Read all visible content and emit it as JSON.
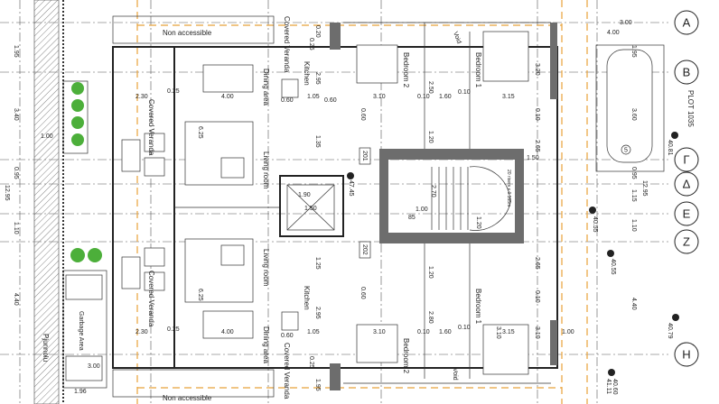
{
  "grid_axes": [
    "A",
    "B",
    "Γ",
    "Δ",
    "E",
    "Z",
    "H"
  ],
  "rooms": {
    "non_accessible_top": "Non accessible",
    "non_accessible_bottom": "Non accessible",
    "covered_veranda_top": "Covered Veranda",
    "covered_veranda_left_upper": "Covered Veranda",
    "covered_veranda_left_lower": "Covered Veranda",
    "covered_veranda_bottom": "Covered Veranda",
    "dining_upper": "Dining area",
    "dining_lower": "Dining area",
    "kitchen_upper": "Kitchen",
    "kitchen_lower": "Kitchen",
    "living_upper": "Living room",
    "living_lower": "Living room",
    "bedroom2_upper": "Bedroom 2",
    "bedroom1_upper": "Bedroom 1",
    "bedroom2_lower": "Bedroom 2",
    "bedroom1_lower": "Bedroom 1",
    "void_upper": "Void",
    "void_lower": "Void",
    "garbage": "Garbage Area",
    "pavement": "Pjunnolu",
    "apt_201": "201",
    "apt_202": "202",
    "plot": "PLOT 1035",
    "parking_no": "5",
    "stair_note": "20 risers x 0.165m"
  },
  "levels": [
    "40.81",
    "40.55",
    "40.55",
    "40.79",
    "40.60",
    "41.11",
    "47.45"
  ],
  "dims": {
    "left": [
      "1.95",
      "3.40",
      "1.00",
      "0.95",
      "12.95",
      "1.10",
      "4.40",
      "1.96",
      "3.00"
    ],
    "upper": [
      "2.30",
      "0.25",
      "4.00",
      "0.60",
      "1.05",
      "0.60",
      "6.25",
      "1.35",
      "2.95",
      "0.20",
      "0.25",
      "3.10",
      "0.10",
      "1.60",
      "0.10",
      "3.15",
      "3.20",
      "2.50",
      "1.20",
      "0.10",
      "2.65",
      "1.50",
      "0.60"
    ],
    "core": [
      "1.90",
      "1.50",
      "1.00",
      "85",
      "2.70",
      "1.20"
    ],
    "right": [
      "3.00",
      "4.00",
      "1.95",
      "3.60",
      "0.95",
      "12.95",
      "1.15",
      "1.10",
      "4.40",
      "1.00"
    ],
    "lower": [
      "2.30",
      "0.25",
      "4.00",
      "0.60",
      "1.05",
      "6.25",
      "1.25",
      "2.95",
      "0.25",
      "1.95",
      "3.10",
      "0.10",
      "1.60",
      "0.10",
      "3.15",
      "3.10",
      "3.10",
      "2.80",
      "1.20",
      "0.10",
      "2.65",
      "0.60"
    ]
  },
  "colors": {
    "orange_line": "#e8a23a",
    "plant": "#4caf3a",
    "core_wall": "#6d6d6d"
  }
}
